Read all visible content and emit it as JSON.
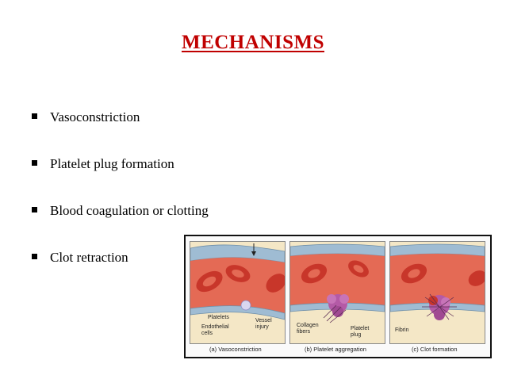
{
  "slide": {
    "title": "MECHANISMS",
    "bullets": [
      "Vasoconstriction",
      "Platelet plug formation",
      "Blood coagulation or clotting",
      "Clot retraction"
    ]
  },
  "figure": {
    "panels": [
      {
        "caption": "(a) Vasoconstriction",
        "labels": [
          "Platelets",
          "Endothelial\ncells",
          "Vessel\ninjury"
        ]
      },
      {
        "caption": "(b) Platelet aggregation",
        "labels": [
          "Collagen\nfibers",
          "Platelet\nplug"
        ]
      },
      {
        "caption": "(c) Clot formation",
        "labels": [
          "Fibrin"
        ]
      }
    ]
  },
  "colors": {
    "title": "#c00000",
    "vessel": "#e46a55",
    "rbc": "#c8362a",
    "tissue": "#f4e7c6",
    "wall": "#9fbcd3"
  }
}
